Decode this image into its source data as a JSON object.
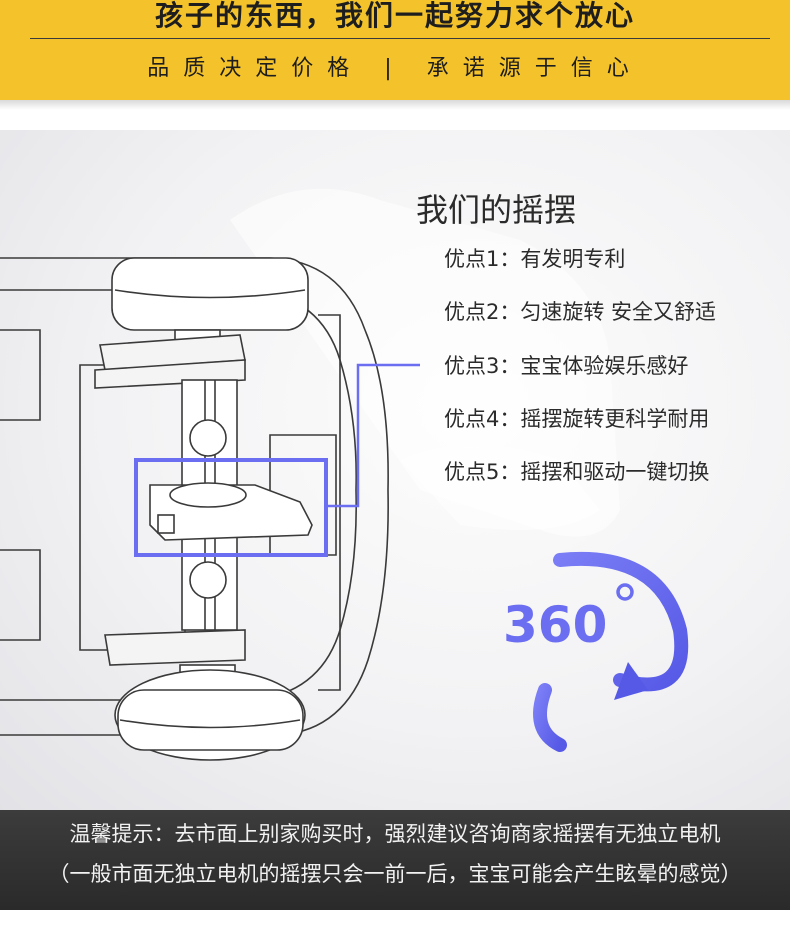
{
  "banner": {
    "title": "孩子的东西，我们一起努力求个放心",
    "slogan": "品质决定价格 | 承诺源于信心"
  },
  "feature_section": {
    "heading": "我们的摇摆",
    "features": [
      "优点1：有发明专利",
      "优点2：匀速旋转 安全又舒适",
      "优点3：宝宝体验娱乐感好",
      "优点4：摇摆旋转更科学耐用",
      "优点5：摇摆和驱动一键切换"
    ]
  },
  "rotation_badge": {
    "text": "360",
    "icon": "rotate-360-icon"
  },
  "notice": {
    "line1": "温馨提示：去市面上别家购买时，强烈建议咨询商家摇摆有无独立电机",
    "line2": "（一般市面无独立电机的摇摆只会一前一后，宝宝可能会产生眩晕的感觉）"
  },
  "colors": {
    "banner_yellow": "#f4c32c",
    "accent_purple": "#6b6ef0",
    "notice_background": "#333333"
  }
}
